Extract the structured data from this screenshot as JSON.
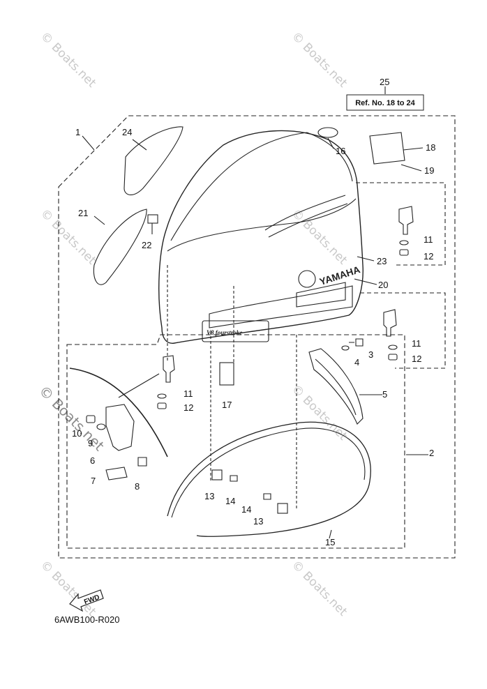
{
  "diagram": {
    "ref_box": "Ref. No. 18 to 24",
    "part_code": "6AWB100-R020",
    "fwd_label": "FWD",
    "brand_text": "YAMAHA",
    "emblem_text": "V8 fourstroke",
    "callouts": [
      {
        "id": "1",
        "label": "1"
      },
      {
        "id": "2",
        "label": "2"
      },
      {
        "id": "3",
        "label": "3"
      },
      {
        "id": "4",
        "label": "4"
      },
      {
        "id": "5",
        "label": "5"
      },
      {
        "id": "6",
        "label": "6"
      },
      {
        "id": "7",
        "label": "7"
      },
      {
        "id": "8",
        "label": "8"
      },
      {
        "id": "9",
        "label": "9"
      },
      {
        "id": "10",
        "label": "10"
      },
      {
        "id": "11a",
        "label": "11"
      },
      {
        "id": "11b",
        "label": "11"
      },
      {
        "id": "11c",
        "label": "11"
      },
      {
        "id": "12a",
        "label": "12"
      },
      {
        "id": "12b",
        "label": "12"
      },
      {
        "id": "12c",
        "label": "12"
      },
      {
        "id": "13a",
        "label": "13"
      },
      {
        "id": "13b",
        "label": "13"
      },
      {
        "id": "14a",
        "label": "14"
      },
      {
        "id": "14b",
        "label": "14"
      },
      {
        "id": "15",
        "label": "15"
      },
      {
        "id": "16",
        "label": "16"
      },
      {
        "id": "17",
        "label": "17"
      },
      {
        "id": "18",
        "label": "18"
      },
      {
        "id": "19",
        "label": "19"
      },
      {
        "id": "20",
        "label": "20"
      },
      {
        "id": "21",
        "label": "21"
      },
      {
        "id": "22",
        "label": "22"
      },
      {
        "id": "23",
        "label": "23"
      },
      {
        "id": "24",
        "label": "24"
      },
      {
        "id": "25",
        "label": "25"
      }
    ]
  },
  "watermark": {
    "text": "© Boats.net"
  }
}
